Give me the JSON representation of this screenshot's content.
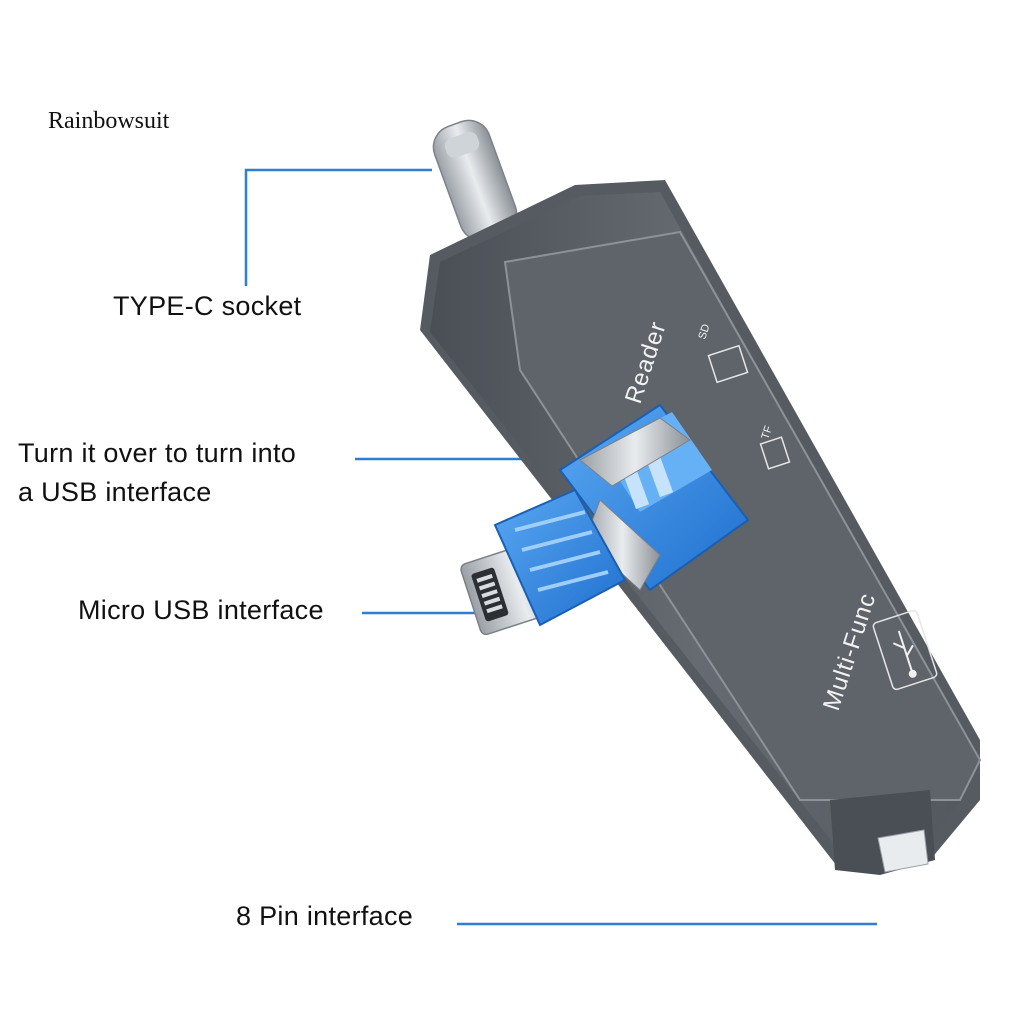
{
  "brand": "Rainbowsuit",
  "callouts": {
    "typec": "TYPE-C socket",
    "usb_line1": "Turn it over to turn into",
    "usb_line2": "a USB interface",
    "micro": "Micro USB interface",
    "pin8": "8 Pin interface"
  },
  "device": {
    "text_main": "Multi-Func",
    "text_reader": "Reader",
    "slot_tf": "TF",
    "slot_sd": "SD"
  },
  "colors": {
    "leader": "#2f7fd0",
    "body": "#5c6168",
    "usb_blue": "#3a8fe6"
  }
}
